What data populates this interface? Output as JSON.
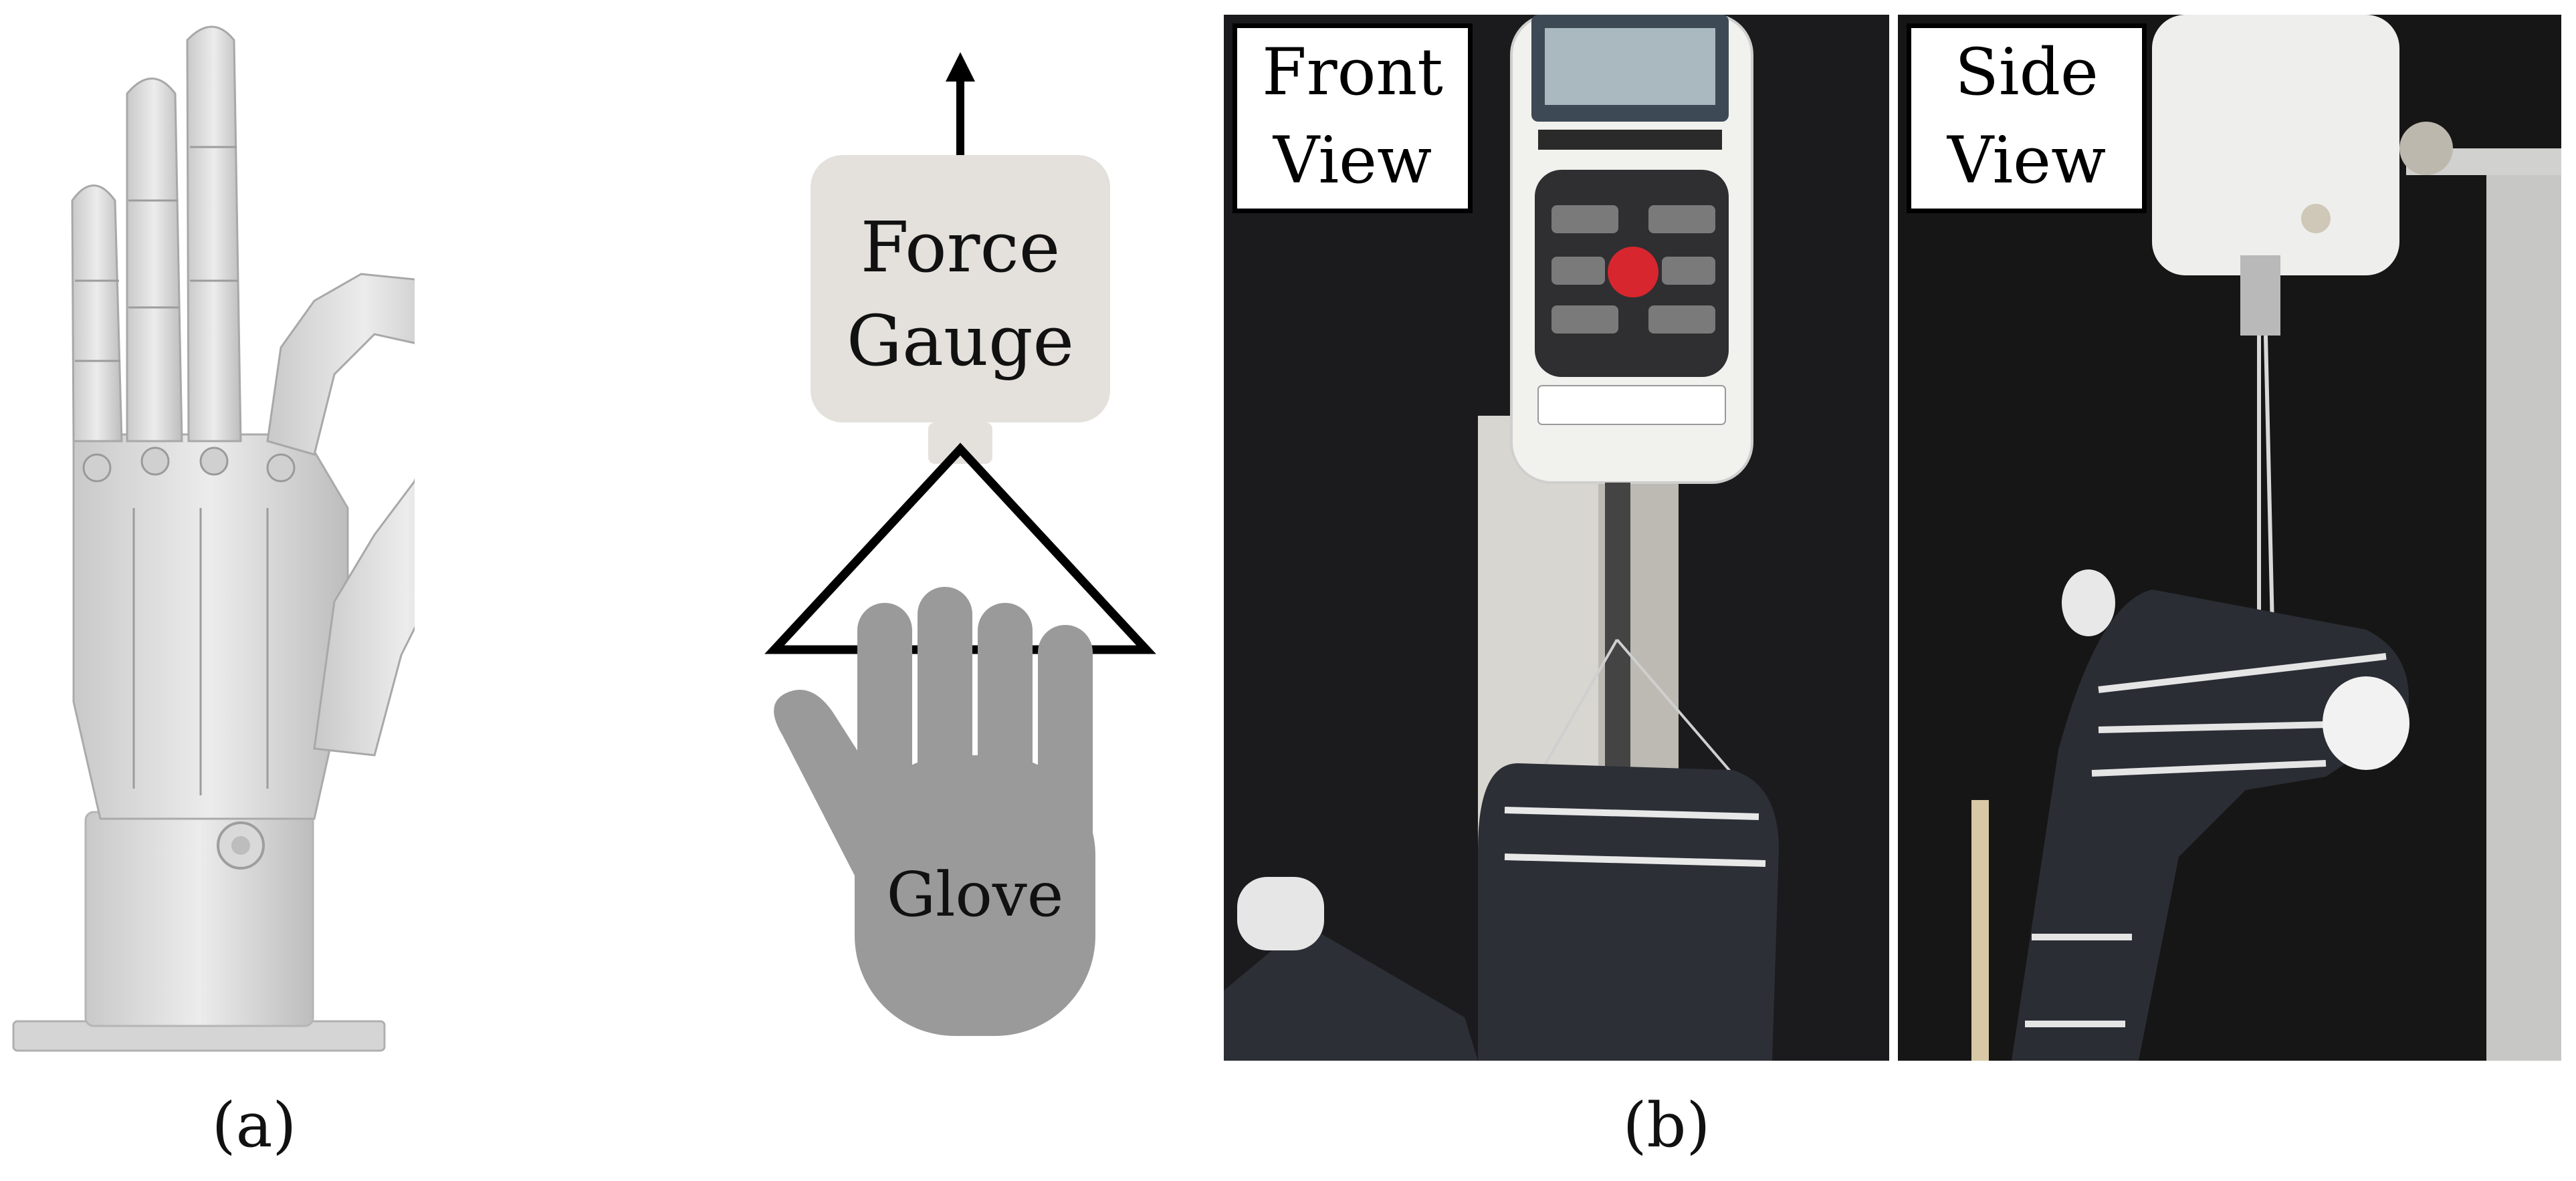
{
  "panel_a": {
    "caption": "(a)"
  },
  "diagram": {
    "box_label_line1": "Force",
    "box_label_line2": "Gauge",
    "glove_label": "Glove",
    "box_color": "#e4e1dc",
    "glove_color": "#9a9a9a"
  },
  "panel_b": {
    "caption": "(b)",
    "front_label_line1": "Front",
    "front_label_line2": "View",
    "side_label_line1": "Side",
    "side_label_line2": "View"
  }
}
